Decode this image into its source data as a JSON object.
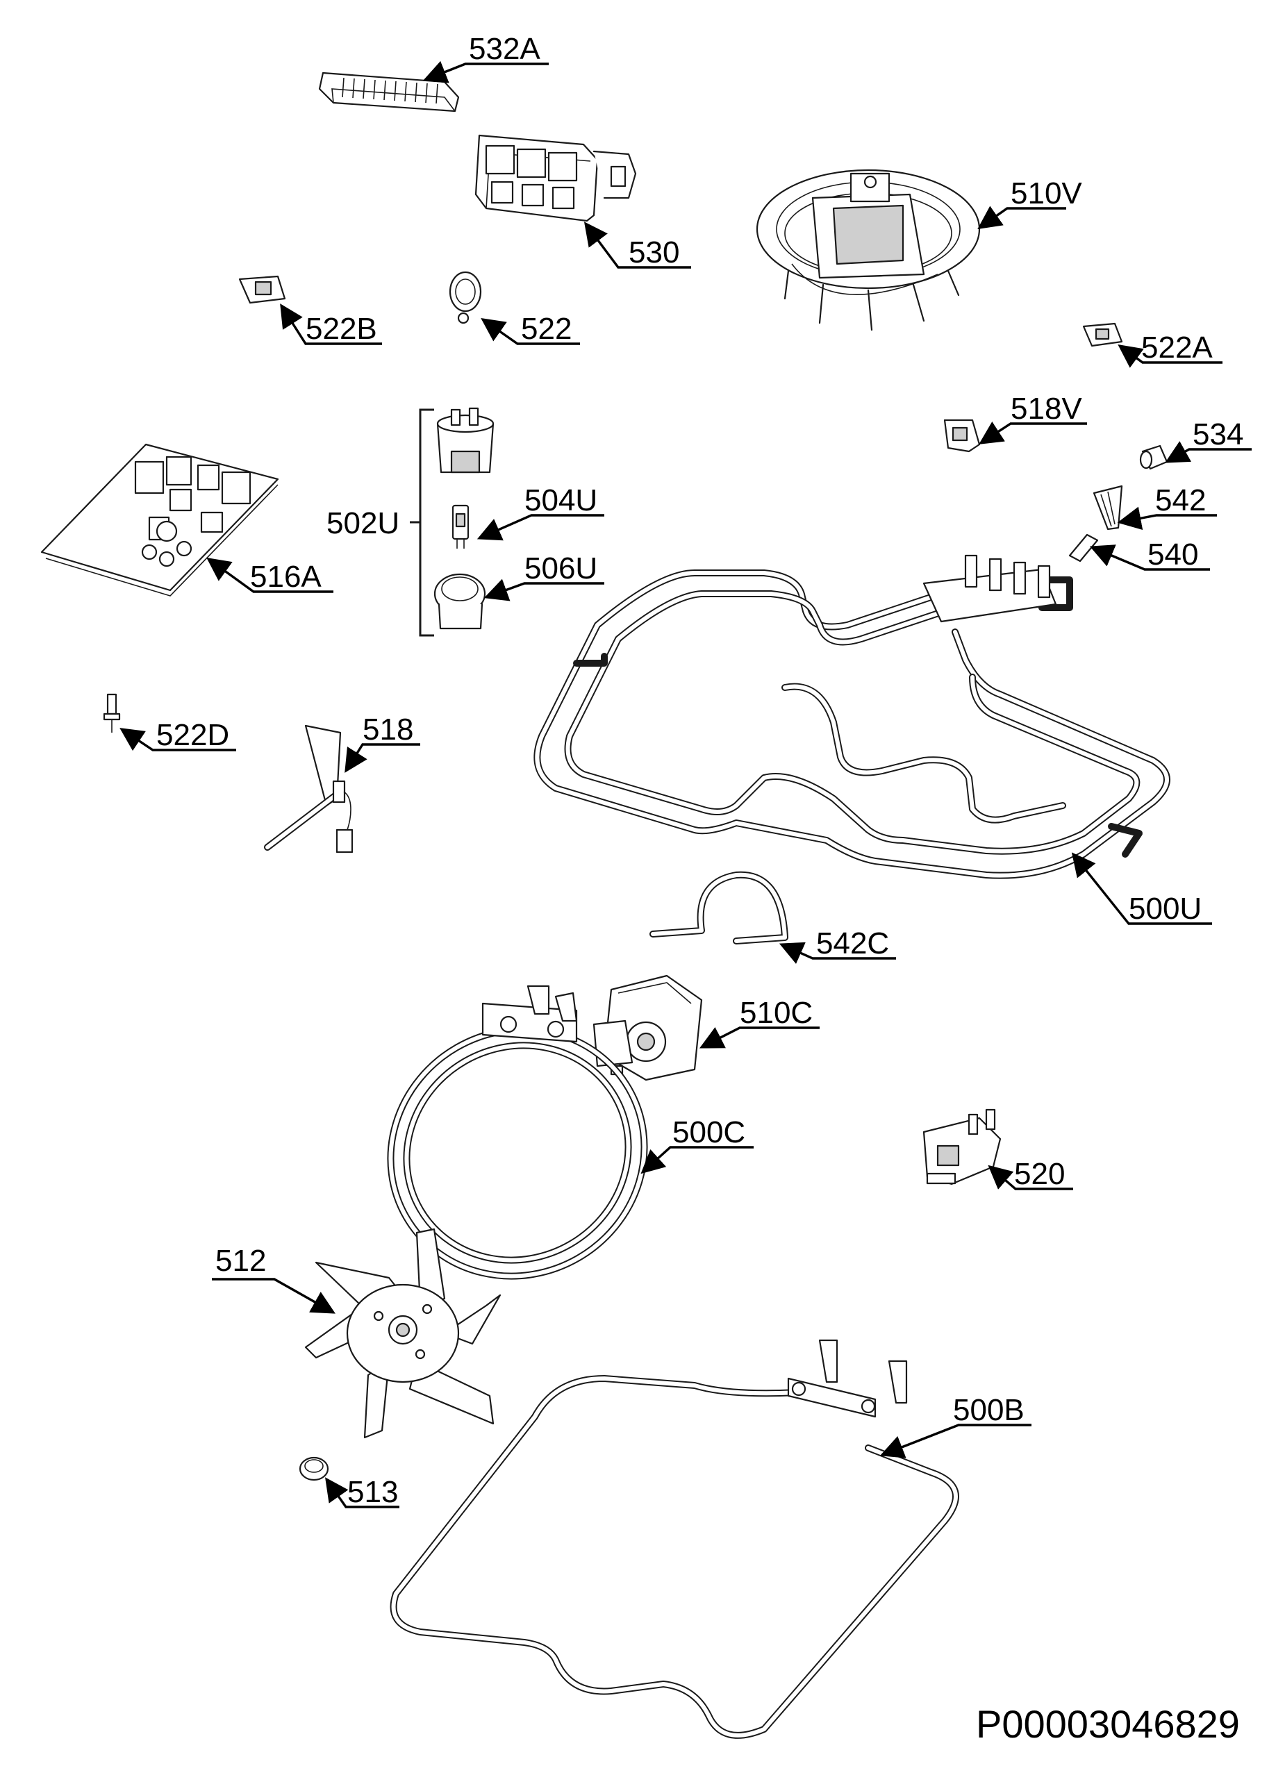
{
  "labels": {
    "p532A": "532A",
    "p530": "530",
    "p510V": "510V",
    "p522B": "522B",
    "p522": "522",
    "p522A": "522A",
    "p518V": "518V",
    "p534": "534",
    "p542": "542",
    "p540": "540",
    "p502U": "502U",
    "p504U": "504U",
    "p506U": "506U",
    "p516A": "516A",
    "p522D": "522D",
    "p518": "518",
    "p500U": "500U",
    "p542C": "542C",
    "p510C": "510C",
    "p500C": "500C",
    "p520": "520",
    "p512": "512",
    "p513": "513",
    "p500B": "500B"
  },
  "document_code": "P00003046829"
}
